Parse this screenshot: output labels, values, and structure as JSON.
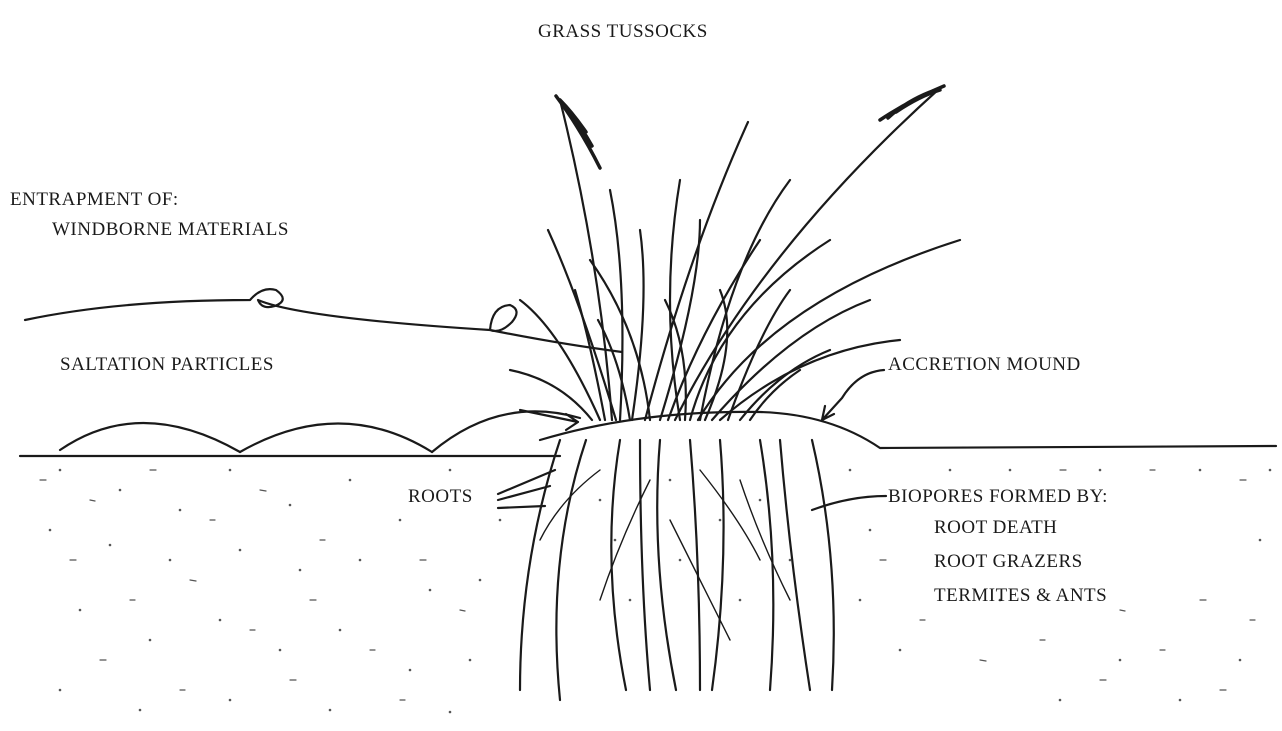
{
  "labels": {
    "title": "GRASS TUSSOCKS",
    "entrapment_line1": "ENTRAPMENT OF:",
    "entrapment_line2": "WINDBORNE MATERIALS",
    "saltation": "SALTATION PARTICLES",
    "accretion": "ACCRETION MOUND",
    "roots": "ROOTS",
    "biopores_heading": "BIOPORES FORMED BY:",
    "biopores_items": [
      "ROOT DEATH",
      "ROOT GRAZERS",
      "TERMITES & ANTS"
    ]
  },
  "colors": {
    "ink": "#1a1a1a",
    "background": "#ffffff"
  }
}
